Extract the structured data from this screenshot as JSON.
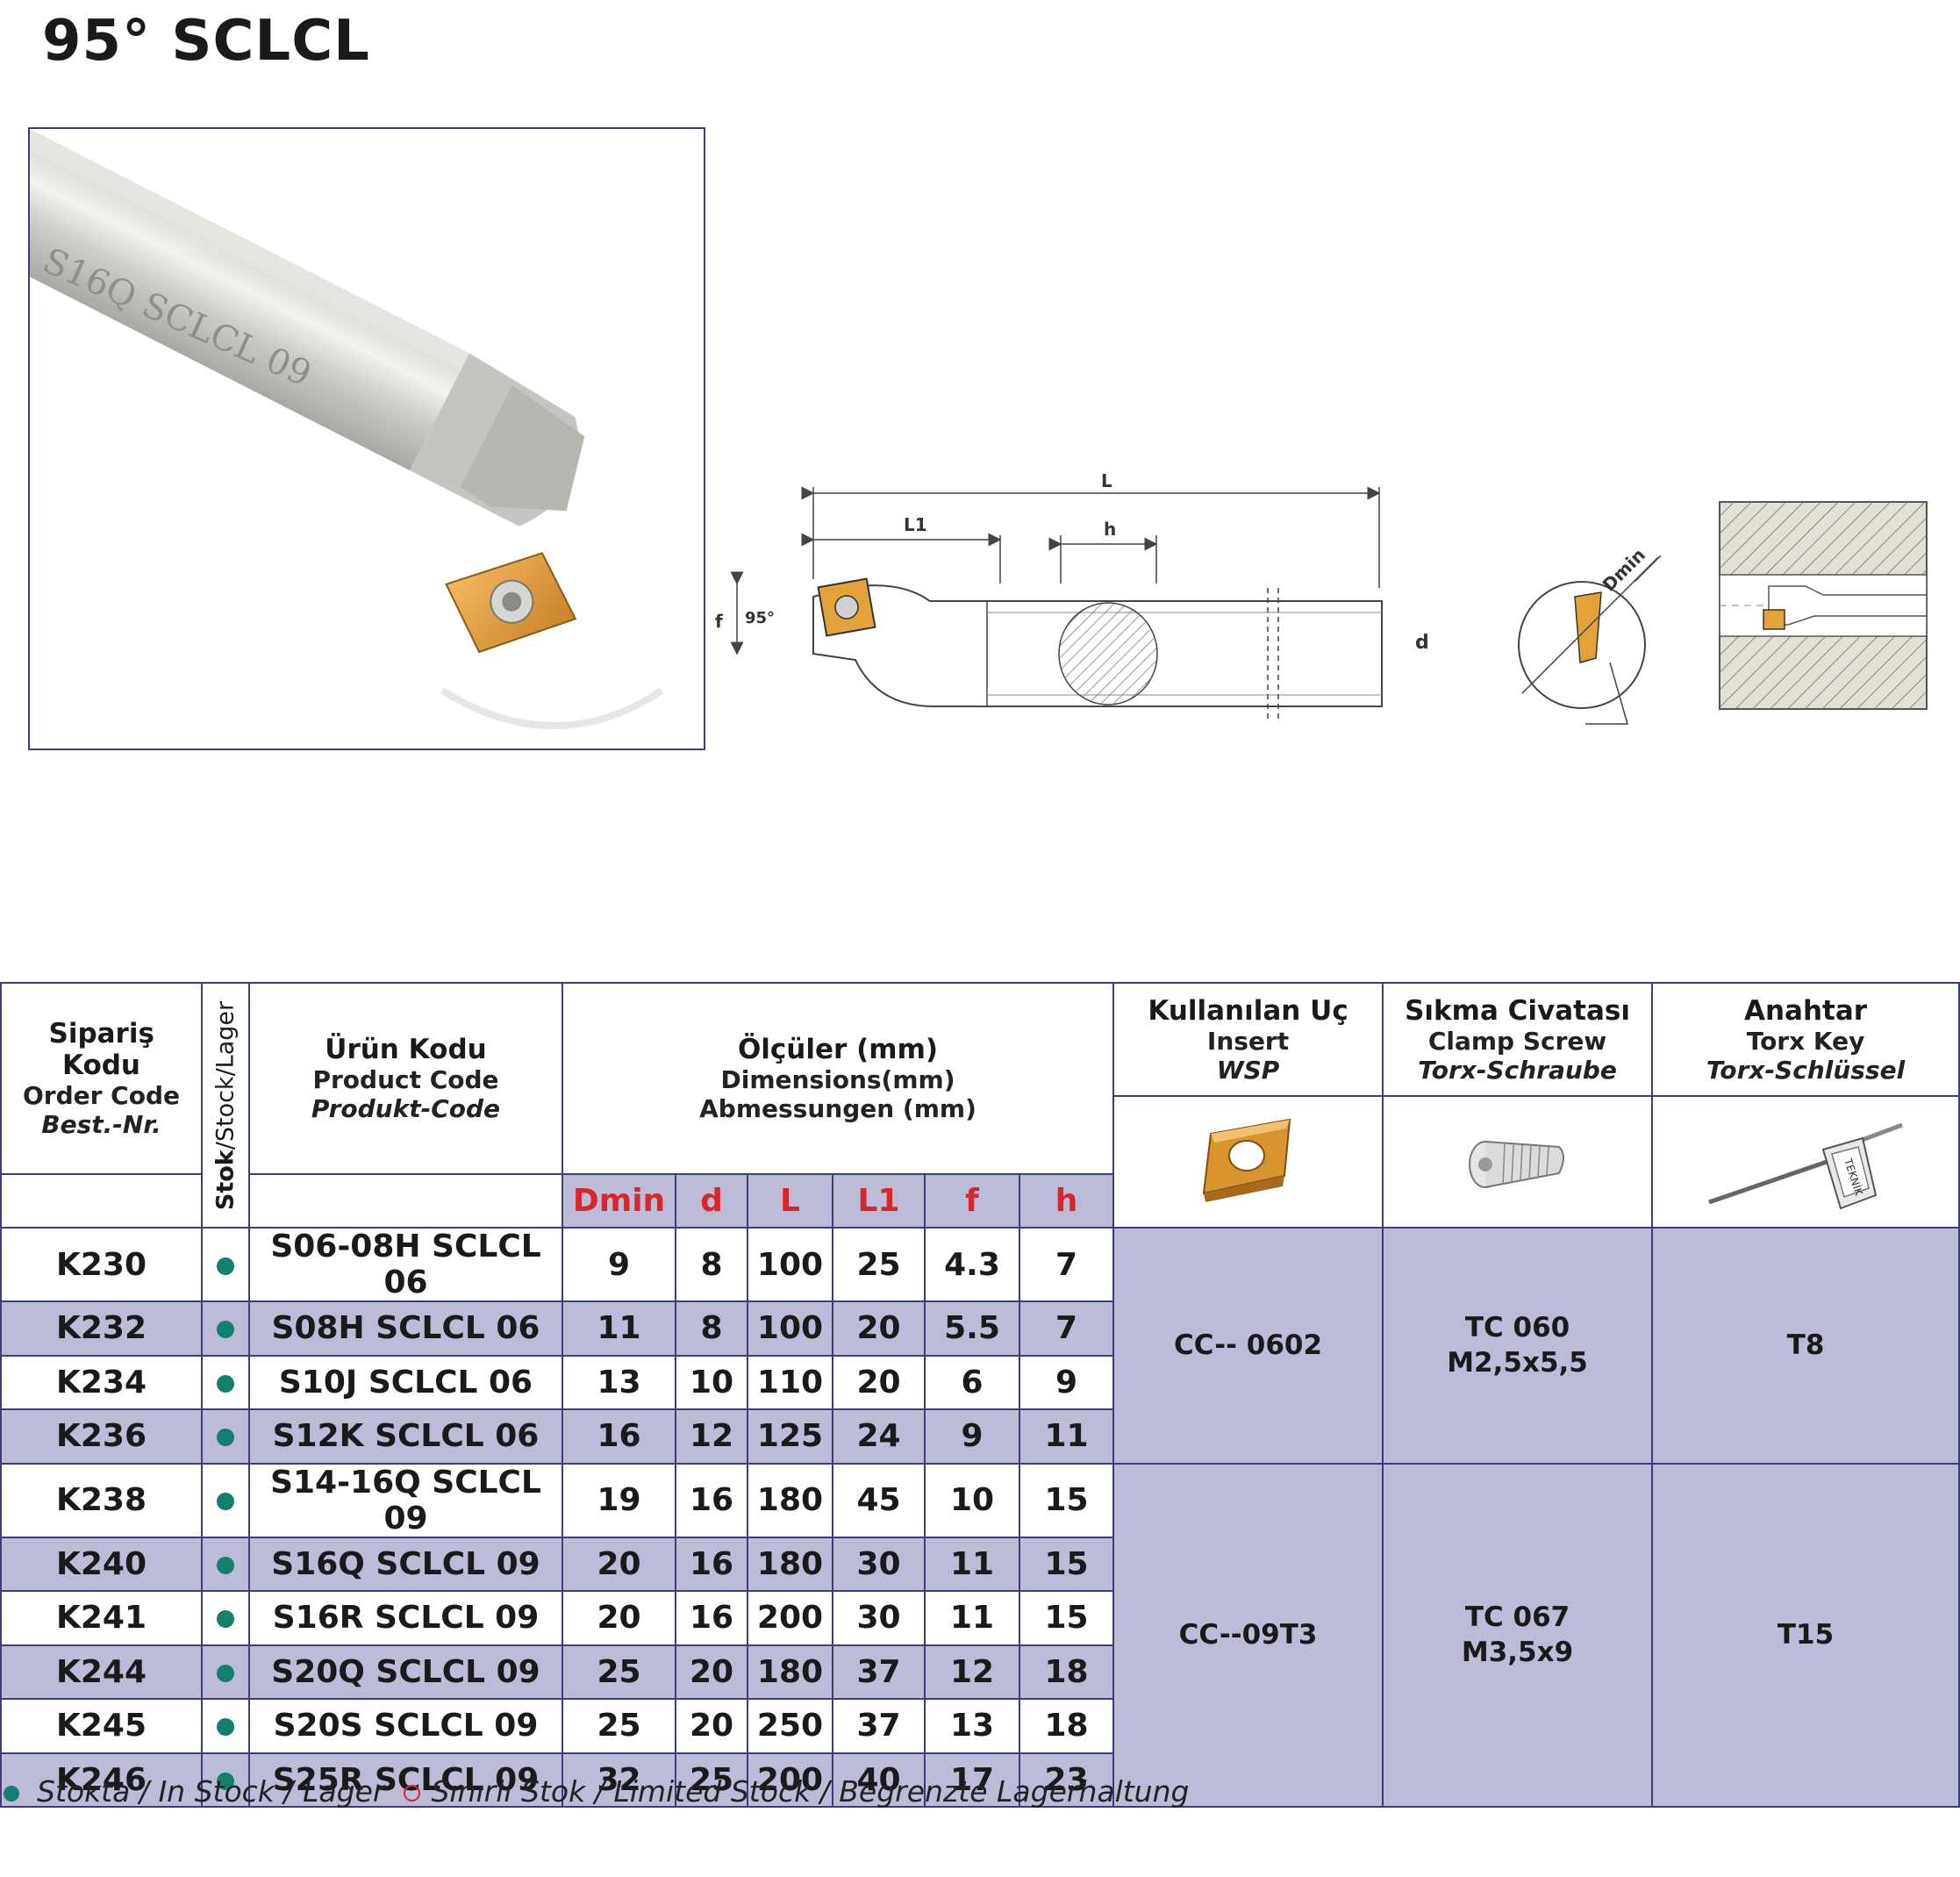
{
  "title": "95° SCLCL",
  "photo": {
    "engraving": "S16Q SCLCL 09"
  },
  "diagram": {
    "labels": {
      "L": "L",
      "L1": "L1",
      "h": "h",
      "f": "f",
      "angle": "95°",
      "d": "d",
      "dmin": "Dmin"
    }
  },
  "table": {
    "headers": {
      "order_tr": "Sipariş Kodu",
      "order_en": "Order Code",
      "order_de": "Best.-Nr.",
      "stock_bold": "Stok",
      "stock_rest": "/Stock/Lager",
      "product_tr": "Ürün Kodu",
      "product_en": "Product Code",
      "product_de": "Produkt-Code",
      "dims_tr": "Ölçüler (mm)",
      "dims_en": "Dimensions(mm)",
      "dims_de": "Abmessungen (mm)",
      "insert_tr": "Kullanılan Uç",
      "insert_en": "Insert",
      "insert_de": "WSP",
      "screw_tr": "Sıkma Civatası",
      "screw_en": "Clamp Screw",
      "screw_de": "Torx-Schraube",
      "key_tr": "Anahtar",
      "key_en": "Torx Key",
      "key_de": "Torx-Schlüssel"
    },
    "dim_columns": [
      "Dmin",
      "d",
      "L",
      "L1",
      "f",
      "h"
    ],
    "key_brand": "TEKNİK",
    "rows": [
      {
        "order": "K230",
        "code": "S06-08H SCLCL 06",
        "dmin": "9",
        "d": "8",
        "L": "100",
        "L1": "25",
        "f": "4.3",
        "h": "7"
      },
      {
        "order": "K232",
        "code": "S08H SCLCL 06",
        "dmin": "11",
        "d": "8",
        "L": "100",
        "L1": "20",
        "f": "5.5",
        "h": "7"
      },
      {
        "order": "K234",
        "code": "S10J SCLCL 06",
        "dmin": "13",
        "d": "10",
        "L": "110",
        "L1": "20",
        "f": "6",
        "h": "9"
      },
      {
        "order": "K236",
        "code": "S12K SCLCL 06",
        "dmin": "16",
        "d": "12",
        "L": "125",
        "L1": "24",
        "f": "9",
        "h": "11"
      },
      {
        "order": "K238",
        "code": "S14-16Q SCLCL 09",
        "dmin": "19",
        "d": "16",
        "L": "180",
        "L1": "45",
        "f": "10",
        "h": "15"
      },
      {
        "order": "K240",
        "code": "S16Q SCLCL 09",
        "dmin": "20",
        "d": "16",
        "L": "180",
        "L1": "30",
        "f": "11",
        "h": "15"
      },
      {
        "order": "K241",
        "code": "S16R SCLCL 09",
        "dmin": "20",
        "d": "16",
        "L": "200",
        "L1": "30",
        "f": "11",
        "h": "15"
      },
      {
        "order": "K244",
        "code": "S20Q SCLCL 09",
        "dmin": "25",
        "d": "20",
        "L": "180",
        "L1": "37",
        "f": "12",
        "h": "18"
      },
      {
        "order": "K245",
        "code": "S20S SCLCL 09",
        "dmin": "25",
        "d": "20",
        "L": "250",
        "L1": "37",
        "f": "13",
        "h": "18"
      },
      {
        "order": "K246",
        "code": "S25R SCLCL 09",
        "dmin": "32",
        "d": "25",
        "L": "200",
        "L1": "40",
        "f": "17",
        "h": "23"
      }
    ],
    "groups": [
      {
        "insert": "CC-- 0602",
        "screw_line1": "TC 060",
        "screw_line2": "M2,5x5,5",
        "key": "T8"
      },
      {
        "insert": "CC--09T3",
        "screw_line1": "TC 067",
        "screw_line2": "M3,5x9",
        "key": "T15"
      }
    ]
  },
  "legend": {
    "in_stock": "Stokta / In Stock / Lager",
    "limited": "Sınırlı Stok / Limited Stock / Begrenzte Lagerhaltung"
  },
  "colors": {
    "band": "#bdbcd8",
    "border": "#3a3f7a",
    "accent_red": "#d8262b",
    "stock_green": "#12806a",
    "insert_gold": "#e3a33a"
  }
}
